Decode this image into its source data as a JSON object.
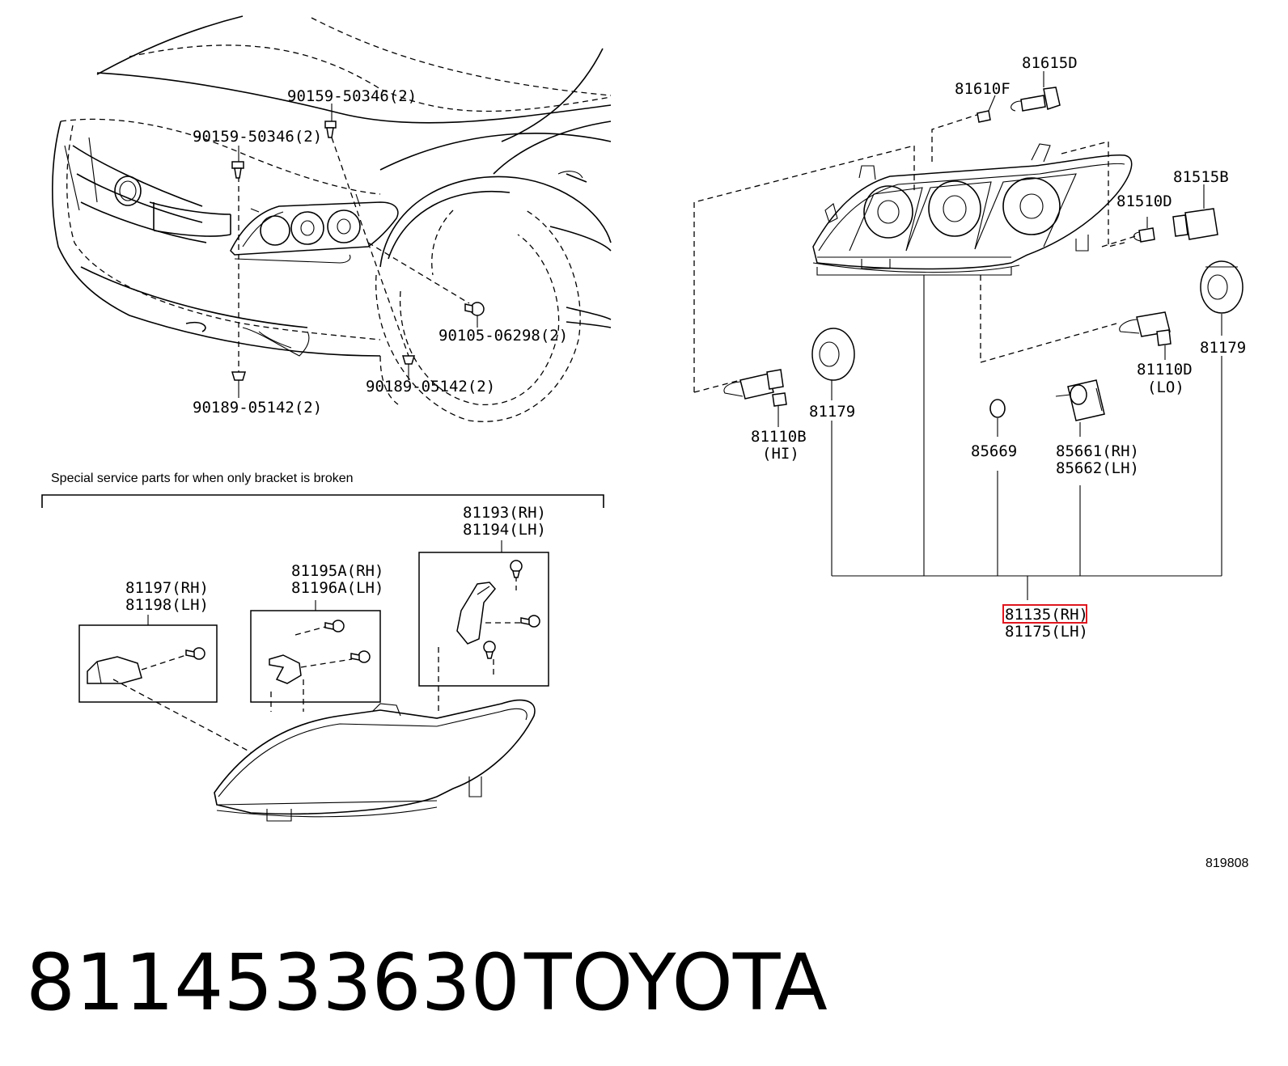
{
  "diagram": {
    "labels": {
      "bolt_50346_a": "90159-50346(2)",
      "bolt_50346_b": "90159-50346(2)",
      "clip_05142_a": "90189-05142(2)",
      "clip_05142_b": "90189-05142(2)",
      "bolt_06298": "90105-06298(2)",
      "bulb_81615D": "81615D",
      "bulb_81610F": "81610F",
      "socket_81515B": "81515B",
      "bulb_81510D": "81510D",
      "cap_81179_a": "81179",
      "cap_81179_b": "81179",
      "bulb_81110B": "81110B",
      "bulb_81110B_sub": "(HI)",
      "bulb_81110D": "81110D",
      "bulb_81110D_sub": "(LO)",
      "gasket_85669": "85669",
      "actuator_rh": "85661(RH)",
      "actuator_lh": "85662(LH)",
      "assembly_rh": "81135(RH)",
      "assembly_lh": "81175(LH)",
      "bracket_a_rh": "81193(RH)",
      "bracket_a_lh": "81194(LH)",
      "bracket_b_rh": "81195A(RH)",
      "bracket_b_lh": "81196A(LH)",
      "bracket_c_rh": "81197(RH)",
      "bracket_c_lh": "81198(LH)"
    },
    "service_note": "Special service parts for when only bracket is broken",
    "diagram_code": "819808",
    "highlight_color": "#e0161e"
  },
  "footer": {
    "part_number": "8114533630",
    "brand": "TOYOTA"
  }
}
